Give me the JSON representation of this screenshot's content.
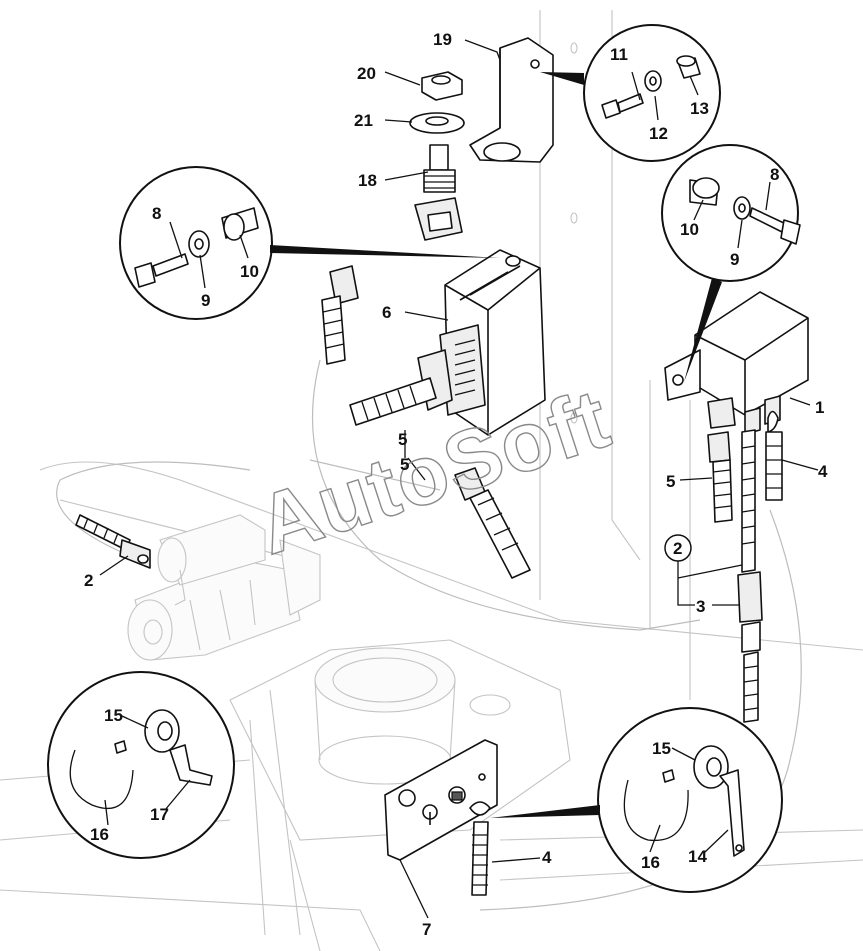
{
  "watermark": "AutoSoft",
  "labels": {
    "n1": "1",
    "n2a": "2",
    "n2b": "2",
    "n3": "3",
    "n4a": "4",
    "n4b": "4",
    "n5a": "5",
    "n5b": "5",
    "n5c": "5",
    "n6": "6",
    "n7": "7",
    "n8a": "8",
    "n8b": "8",
    "n9a": "9",
    "n9b": "9",
    "n10a": "10",
    "n10b": "10",
    "n11": "11",
    "n12": "12",
    "n13": "13",
    "n14": "14",
    "n15a": "15",
    "n15b": "15",
    "n16a": "16",
    "n16b": "16",
    "n17": "17",
    "n18": "18",
    "n19": "19",
    "n20": "20",
    "n21": "21"
  }
}
